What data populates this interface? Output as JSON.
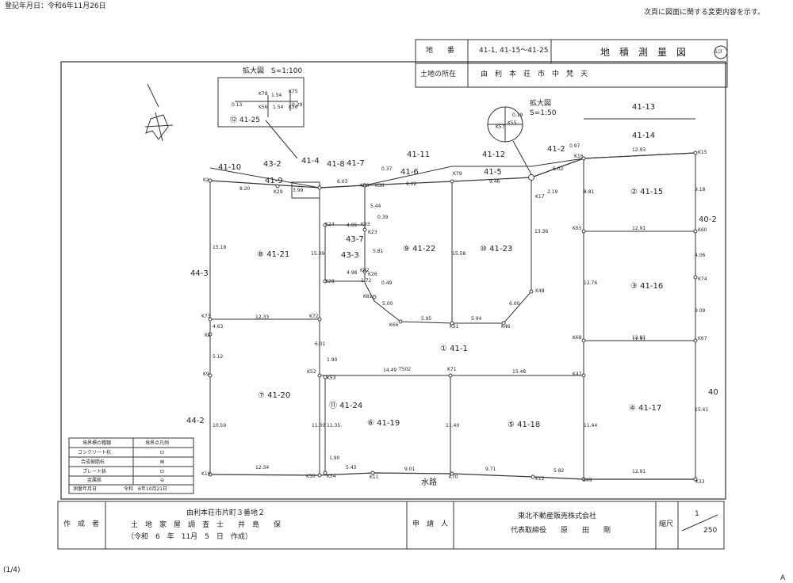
{
  "top": {
    "registration_date": "登記年月日：令和6年11月26日",
    "notice": "次頁に図面に関する変更内容を示す。"
  },
  "header": {
    "chiban_label": "地　　番",
    "chiban_value": "41-1, 41-15～41-25",
    "location_label": "土地の所在",
    "location_value": "由　利　本　荘　市　中　梵　天",
    "title": "地　積　測　量　図",
    "page": "1/3"
  },
  "enlarged_1": {
    "title": "拡大図　S=1:100",
    "lot": "⑫ 41-25",
    "n1": "1.54",
    "n2": "1.54",
    "n3": "0.13",
    "n4": "0.29",
    "k1": "K78",
    "k2": "K56",
    "k3": "K75",
    "k4": "K56"
  },
  "enlarged_2": {
    "title1": "拡大図",
    "title2": "S=1:50",
    "n1": "0.19",
    "k1": "K57",
    "k2": "K55"
  },
  "lots": [
    {
      "label": "⑧ 41-21"
    },
    {
      "label": "⑨ 41-22"
    },
    {
      "label": "⑩ 41-23"
    },
    {
      "label": "① 41-1"
    },
    {
      "label": "⑦ 41-20"
    },
    {
      "label": "⑪ 41-24"
    },
    {
      "label": "⑥ 41-19"
    },
    {
      "label": "⑤ 41-18"
    },
    {
      "label": "② 41-15"
    },
    {
      "label": "③ 41-16"
    },
    {
      "label": "④ 41-17"
    },
    {
      "label": "43-3"
    }
  ],
  "neighbors": [
    "41-10",
    "43-2",
    "41-4",
    "41-8",
    "41-7",
    "41-11",
    "41-12",
    "41-13",
    "41-14",
    "41-2",
    "41-9",
    "41-6",
    "41-5",
    "44-3",
    "44-2",
    "43-7",
    "40-2",
    "40",
    "水路"
  ],
  "distances": [
    "8.20",
    "0.37",
    "9.02",
    "9.46",
    "12.93",
    "3.99",
    "6.03",
    "15.18",
    "15.39",
    "5.44",
    "0.39",
    "4.95",
    "4.98",
    "5.81",
    "1.72",
    "0.49",
    "15.58",
    "13.36",
    "8.81",
    "9.18",
    "12.91",
    "12.91",
    "4.06",
    "12.76",
    "9.09",
    "12.33",
    "5.00",
    "5.95",
    "5.94",
    "6.00",
    "1.90",
    "14.49",
    "15.48",
    "5.12",
    "4.63",
    "6.01",
    "12.91",
    "11.44",
    "15.41",
    "10.59",
    "11.30",
    "11.35",
    "11.40",
    "1.90",
    "12.34",
    "5.43",
    "9.01",
    "9.71",
    "5.82",
    "12.91",
    "2.19",
    "6.02",
    "0.97"
  ],
  "points": [
    "K2",
    "K29",
    "K80",
    "K36",
    "K79",
    "K17",
    "K16",
    "K15",
    "K65",
    "K60",
    "K74",
    "K24",
    "K83",
    "K23",
    "K82",
    "K26",
    "K28",
    "K81",
    "K48",
    "K73",
    "K72",
    "K8",
    "K66",
    "K51",
    "K46",
    "K68",
    "K67",
    "K9",
    "K52",
    "K53",
    "T502",
    "K71",
    "K47",
    "K10",
    "K50",
    "K54",
    "K11",
    "K70",
    "K12",
    "K49",
    "K33"
  ],
  "legend": {
    "h1": "境界標の種類",
    "h2": "境界点凡例",
    "rows": [
      {
        "type": "コンクリート杭",
        "sym": "⊡"
      },
      {
        "type": "合成樹脂杭",
        "sym": "⊠"
      },
      {
        "type": "プレート鋲",
        "sym": "⊡"
      },
      {
        "type": "金属鋲",
        "sym": "⊖"
      }
    ],
    "survey_label": "測量年月日",
    "survey_date": "令和　6年10月21日"
  },
  "footer": {
    "author_label": "作　成　者",
    "author_line1": "由利本荘市片町３番地２",
    "author_line2": "土　地　家　屋　調　査　士　　井　島　　保",
    "author_line3": "（令和　6　年　11月　5　日　作成）",
    "applicant_label": "申　請　人",
    "applicant_line1": "東北不動産販売株式会社",
    "applicant_line2": "代表取締役　　原　　田　　剛",
    "scale_label": "縮尺",
    "scale_num": "1",
    "scale_den": "250"
  },
  "bottom": {
    "page": "(1/4)",
    "mark": "A"
  }
}
